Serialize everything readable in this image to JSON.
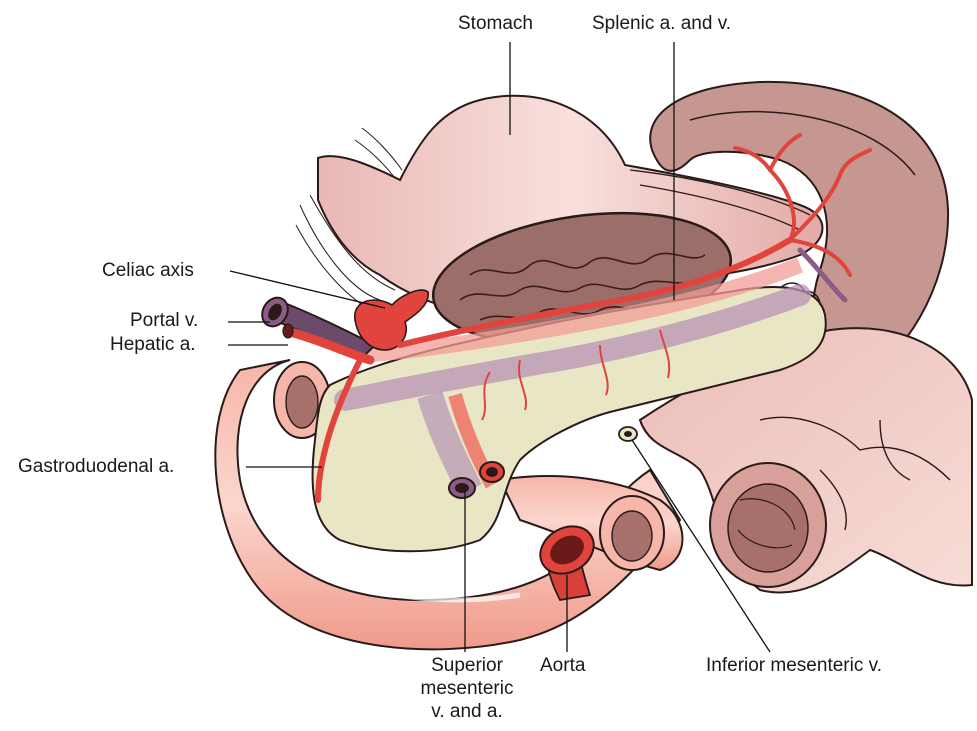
{
  "labels": {
    "stomach": "Stomach",
    "splenic": "Splenic a. and v.",
    "celiac": "Celiac axis",
    "portal": "Portal v.",
    "hepatic": "Hepatic a.",
    "gastroduodenal": "Gastroduodenal a.",
    "sma_line1": "Superior",
    "sma_line2": "mesenteric",
    "sma_line3": "v. and a.",
    "aorta": "Aorta",
    "imv": "Inferior mesenteric  v."
  },
  "colors": {
    "artery": "#e0443c",
    "vein": "#8a5c86",
    "pancreas": "#e8e6c4",
    "stomach": "#f0c9c6",
    "stomach_inner": "#9c6e6a",
    "spleen": "#c99a94",
    "colon": "#efc3bd",
    "duodenum": "#f3a79a",
    "outline": "#2a1a1a",
    "leader": "#111111"
  }
}
